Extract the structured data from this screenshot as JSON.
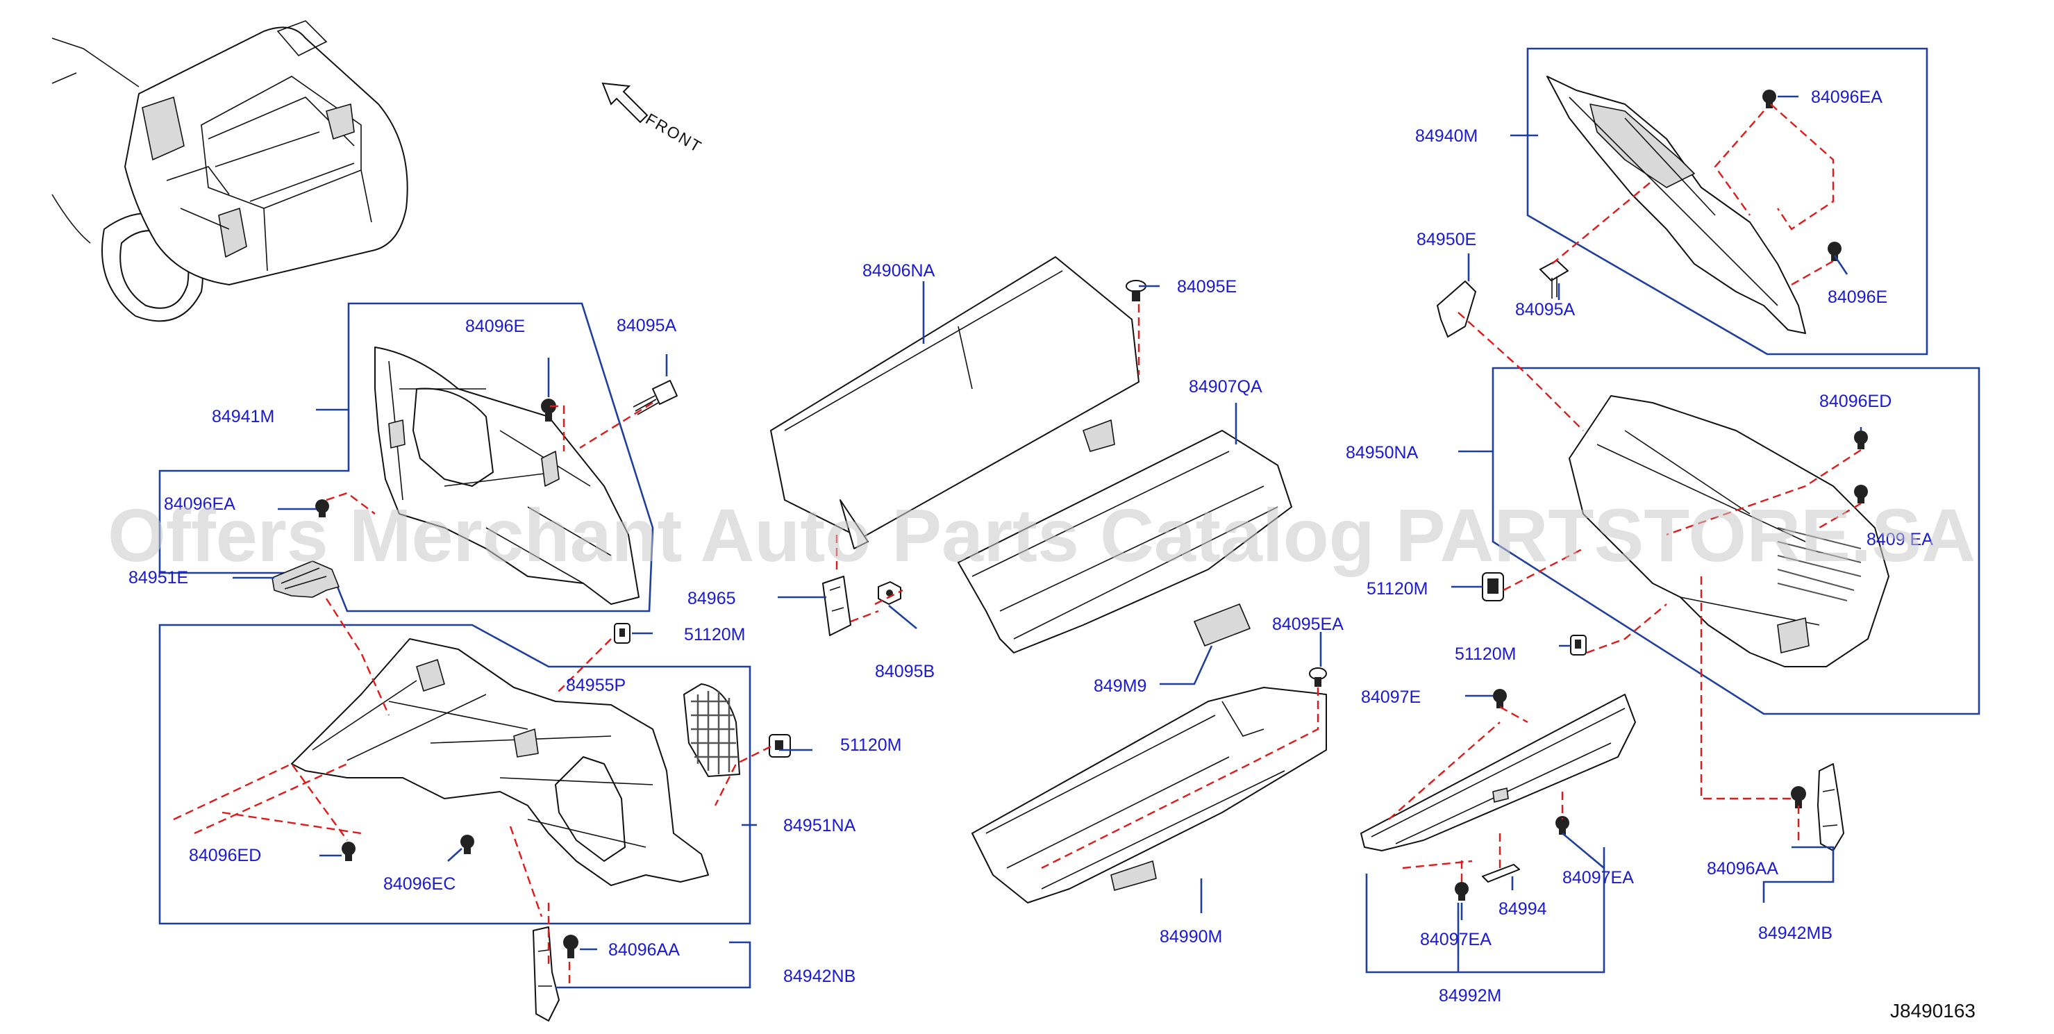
{
  "diagram": {
    "reference_code": "J8490163",
    "front_indicator": "FRONT",
    "watermark": "Offers Merchant Auto Parts Catalog PARTSTORE.SA",
    "labels": {
      "l84906NA": "84906NA",
      "l84095E": "84095E",
      "l84095A_left": "84095A",
      "l84096E_left": "84096E",
      "l84941M": "84941M",
      "l84096EA_left": "84096EA",
      "l84951E": "84951E",
      "l84907QA": "84907QA",
      "l84965": "84965",
      "l84095B": "84095B",
      "l51120M_a": "51120M",
      "l84955P": "84955P",
      "l51120M_b": "51120M",
      "l84951NA": "84951NA",
      "l84096ED_left": "84096ED",
      "l84096EC": "84096EC",
      "l84096AA_left": "84096AA",
      "l84942NB": "84942NB",
      "l84095EA": "84095EA",
      "l849M9": "849M9",
      "l84990M": "84990M",
      "l84940M": "84940M",
      "l84096EA_right": "84096EA",
      "l84950E": "84950E",
      "l84095A_right": "84095A",
      "l84096E_right": "84096E",
      "l84950NA": "84950NA",
      "l84096ED_right": "84096ED",
      "l84096EA_partial": "8409 EA",
      "l51120M_c": "51120M",
      "l51120M_d": "51120M",
      "l84097E": "84097E",
      "l84097EA_a": "84097EA",
      "l84994": "84994",
      "l84097EA_b": "84097EA",
      "l84992M": "84992M",
      "l84096AA_right": "84096AA",
      "l84942MB": "84942MB"
    }
  }
}
